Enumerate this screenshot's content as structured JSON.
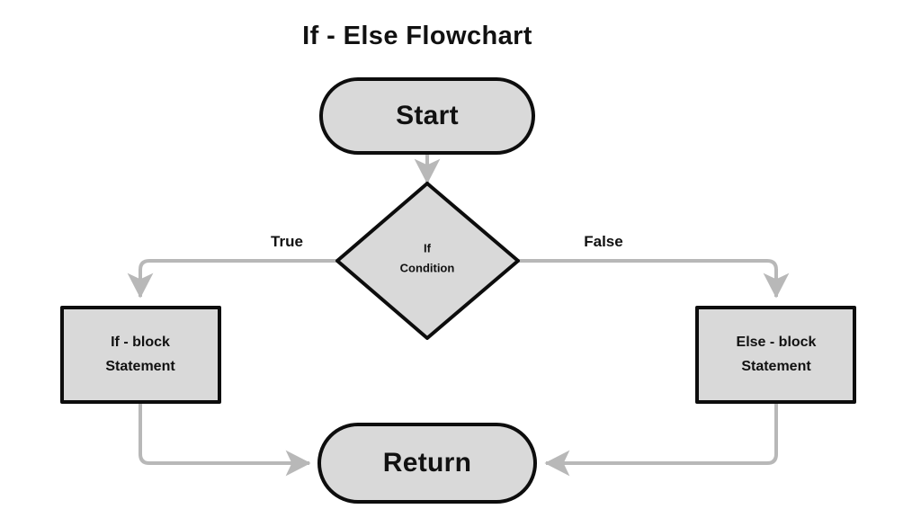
{
  "diagram": {
    "title": "If - Else Flowchart",
    "type": "flowchart",
    "background_color": "#ffffff",
    "node_fill_color": "#d9d9d9",
    "node_border_color": "#0d0d0d",
    "connector_color": "#b8b8b8",
    "text_color": "#111111",
    "nodes": [
      {
        "id": "start",
        "shape": "stadium",
        "label": "Start"
      },
      {
        "id": "condition",
        "shape": "diamond",
        "label_line1": "If",
        "label_line2": "Condition"
      },
      {
        "id": "ifblock",
        "shape": "rectangle",
        "label_line1": "If - block",
        "label_line2": "Statement"
      },
      {
        "id": "elseblock",
        "shape": "rectangle",
        "label_line1": "Else - block",
        "label_line2": "Statement"
      },
      {
        "id": "return",
        "shape": "stadium",
        "label": "Return"
      }
    ],
    "edges": [
      {
        "from": "start",
        "to": "condition",
        "label": ""
      },
      {
        "from": "condition",
        "to": "ifblock",
        "label": "True"
      },
      {
        "from": "condition",
        "to": "elseblock",
        "label": "False"
      },
      {
        "from": "ifblock",
        "to": "return",
        "label": ""
      },
      {
        "from": "elseblock",
        "to": "return",
        "label": ""
      }
    ]
  }
}
